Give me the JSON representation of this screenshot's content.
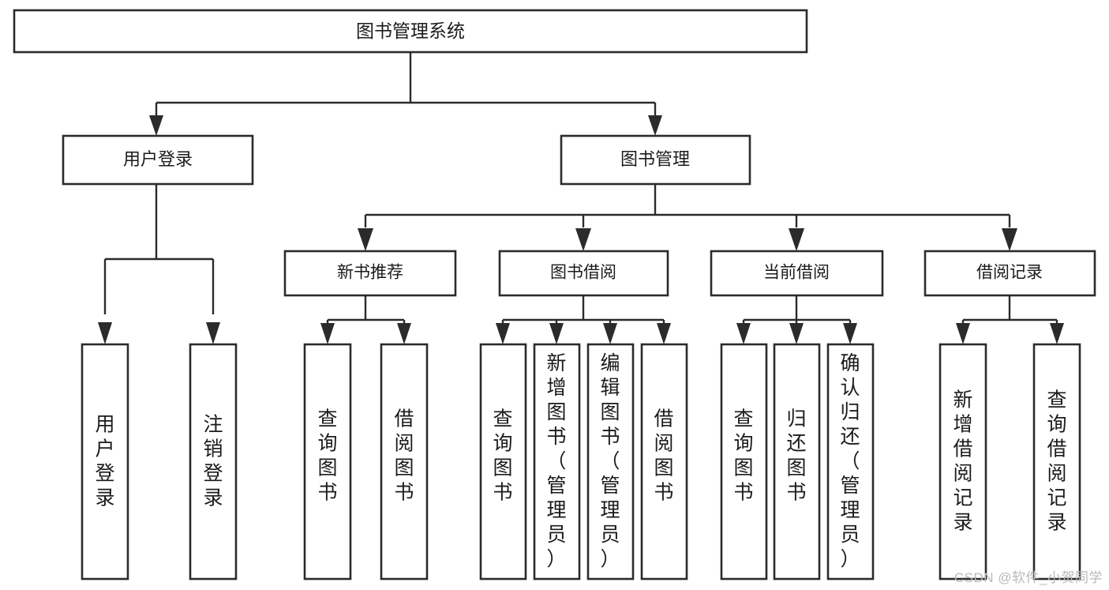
{
  "diagram": {
    "title_node": {
      "label": "图书管理系统"
    },
    "level1": [
      {
        "id": "user-login",
        "label": "用户登录"
      },
      {
        "id": "book-management",
        "label": "图书管理"
      }
    ],
    "level2": [
      {
        "id": "new-book-recommend",
        "label": "新书推荐",
        "parent": "book-management"
      },
      {
        "id": "book-borrow",
        "label": "图书借阅",
        "parent": "book-management"
      },
      {
        "id": "current-borrow",
        "label": "当前借阅",
        "parent": "book-management"
      },
      {
        "id": "borrow-record",
        "label": "借阅记录",
        "parent": "book-management"
      }
    ],
    "leaves": [
      {
        "id": "leaf-user-login",
        "label": "用户登录",
        "parent": "user-login"
      },
      {
        "id": "leaf-logout",
        "label": "注销登录",
        "parent": "user-login"
      },
      {
        "id": "leaf-query-book-1",
        "label": "查询图书",
        "parent": "new-book-recommend"
      },
      {
        "id": "leaf-borrow-book-1",
        "label": "借阅图书",
        "parent": "new-book-recommend"
      },
      {
        "id": "leaf-query-book-2",
        "label": "查询图书",
        "parent": "book-borrow"
      },
      {
        "id": "leaf-add-book",
        "label": "新增图书（管理员）",
        "parent": "book-borrow"
      },
      {
        "id": "leaf-edit-book",
        "label": "编辑图书（管理员）",
        "parent": "book-borrow"
      },
      {
        "id": "leaf-borrow-book-2",
        "label": "借阅图书",
        "parent": "book-borrow"
      },
      {
        "id": "leaf-query-book-3",
        "label": "查询图书",
        "parent": "current-borrow"
      },
      {
        "id": "leaf-return-book",
        "label": "归还图书",
        "parent": "current-borrow"
      },
      {
        "id": "leaf-confirm-return",
        "label": "确认归还（管理员）",
        "parent": "current-borrow"
      },
      {
        "id": "leaf-add-record",
        "label": "新增借阅记录",
        "parent": "borrow-record"
      },
      {
        "id": "leaf-query-record",
        "label": "查询借阅记录",
        "parent": "borrow-record"
      }
    ]
  },
  "watermark": {
    "text": "CSDN @软件_小贺同学"
  },
  "colors": {
    "box_stroke": "#2b2b2b",
    "box_fill": "#ffffff",
    "text": "#1b1b1b",
    "watermark": "#b9b9b9",
    "background": "#ffffff"
  }
}
